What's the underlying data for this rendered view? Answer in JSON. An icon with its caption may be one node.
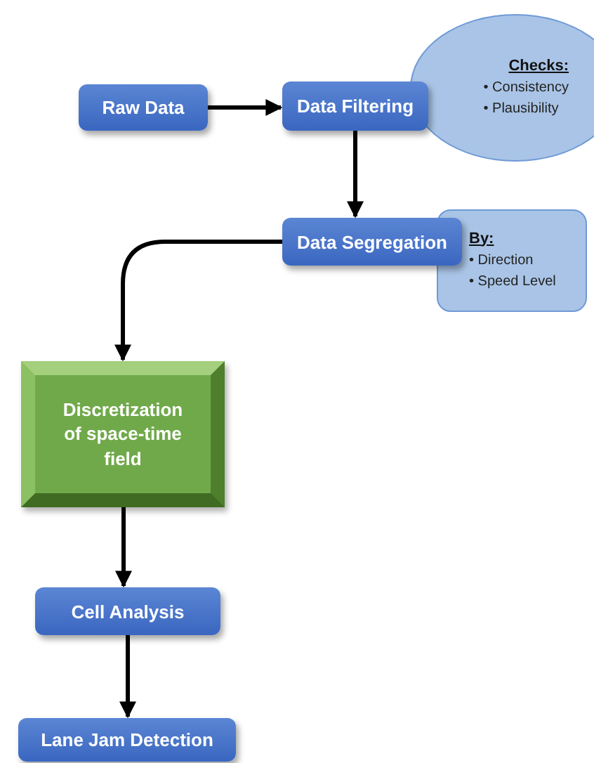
{
  "diagram": {
    "nodes": [
      {
        "text": [
          "Raw Data"
        ]
      },
      {
        "text": [
          "Data Filtering"
        ]
      },
      {
        "text": [
          "Checks:",
          "• Consistency",
          "• Plausibility"
        ]
      },
      {
        "text": [
          "Data Segregation"
        ]
      },
      {
        "text": [
          "By:",
          "• Direction",
          "• Speed Level"
        ]
      },
      {
        "text": [
          "Discretization of space-time field"
        ]
      },
      {
        "text": [
          "Cell Analysis"
        ]
      },
      {
        "text": [
          "Lane Jam Detection"
        ]
      }
    ],
    "edges": [
      {
        "from": 0,
        "to": 1,
        "arrow": "to"
      },
      {
        "from": 1,
        "to": 3,
        "arrow": "to"
      },
      {
        "from": 3,
        "to": 5,
        "arrow": "to"
      },
      {
        "from": 5,
        "to": 6,
        "arrow": "to"
      },
      {
        "from": 6,
        "to": 7,
        "arrow": "to"
      }
    ]
  }
}
